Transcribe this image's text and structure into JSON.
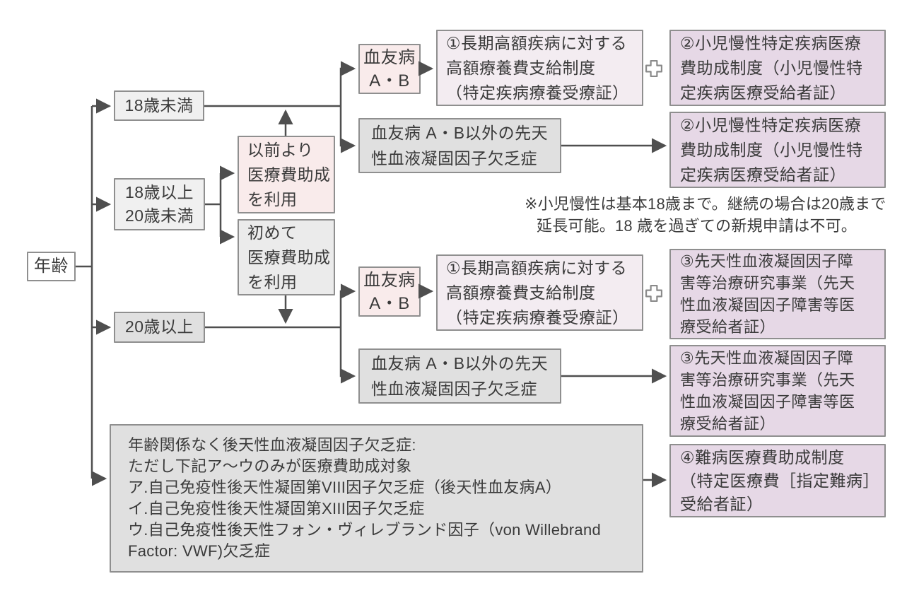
{
  "diagram": {
    "age": "年齢",
    "under18": "18歳未満",
    "age18to20": "18歳以上\n20歳未満",
    "over20": "20歳以上",
    "prior_use": "以前より\n医療費助成\nを利用",
    "first_use": "初めて\n医療費助成\nを利用",
    "hemophilia_ab": "血友病\nA・B",
    "hemophilia_non_ab": "血友病 A・B以外の先天\n性血液凝固因子欠乏症",
    "system1": "①長期高額疾病に対する\n高額療養費支給制度\n（特定疾病療養受療証）",
    "system2": "②小児慢性特定疾病医療\n費助成制度（小児慢性特\n定疾病医療受給者証）",
    "system3": "③先天性血液凝固因子障\n害等治療研究事業（先天\n性血液凝固因子障害等医\n療受給者証）",
    "system4": "④難病医療費助成制度\n（特定医療費［指定難病］\n受給者証）",
    "acquired": "年齢関係なく後天性血液凝固因子欠乏症:\nただし下記ア〜ウのみが医療費助成対象\nア.自己免疫性後天性凝固第VIII因子欠乏症（後天性血友病A）\nイ.自己免疫性後天性凝固第XIII因子欠乏症\nウ.自己免疫性後天性フォン・ヴィレブランド因子（von Willebrand\nFactor: VWF)欠乏症",
    "note_line1": "※小児慢性は基本18歳まで。継続の場合は20歳まで",
    "note_line2": "延長可能。18 歳を過ぎての新規申請は不可。"
  },
  "colors": {
    "background": "#ffffff",
    "line": "#4f4f4f",
    "border": "#8f8f8f",
    "white_box": "#ffffff",
    "light_gray_box": "#f0f0f0",
    "gray_box": "#e0e0e0",
    "mid_gray_box": "#ebebeb",
    "pink_box": "#f9ebeb",
    "pale_pink_box": "#f3ecf1",
    "lavender_box": "#e6d8e6"
  }
}
